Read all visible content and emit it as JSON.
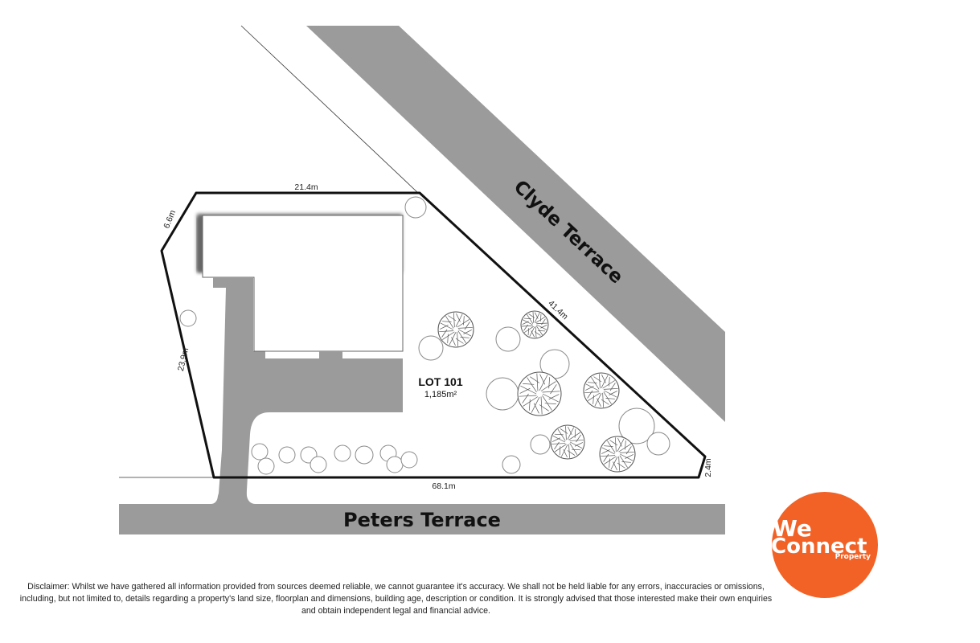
{
  "roads": {
    "clyde": "Clyde Terrace",
    "peters": "Peters Terrace"
  },
  "lot": {
    "title": "LOT 101",
    "area": "1,185m²"
  },
  "dimensions": {
    "top": "21.4m",
    "upper_left": "6.6m",
    "left": "23.9m",
    "diagonal": "41.4m",
    "right": "2.4m",
    "bottom": "68.1m"
  },
  "logo": {
    "line1": "We",
    "line2": "Connect",
    "line3": "Property",
    "color": "#f26226"
  },
  "disclaimer": "Disclaimer: Whilst we have gathered all information provided from sources deemed reliable, we cannot guarantee it's accuracy. We shall not be held liable for any errors, inaccuracies or omissions, including, but not limited to, details regarding a property's land size, floorplan and dimensions, building age, description or condition. It is strongly advised that those interested make their own enquiries and obtain independent legal and financial advice.",
  "colors": {
    "road": "#9b9b9b",
    "driveway": "#9b9b9b",
    "boundary": "#111111"
  }
}
